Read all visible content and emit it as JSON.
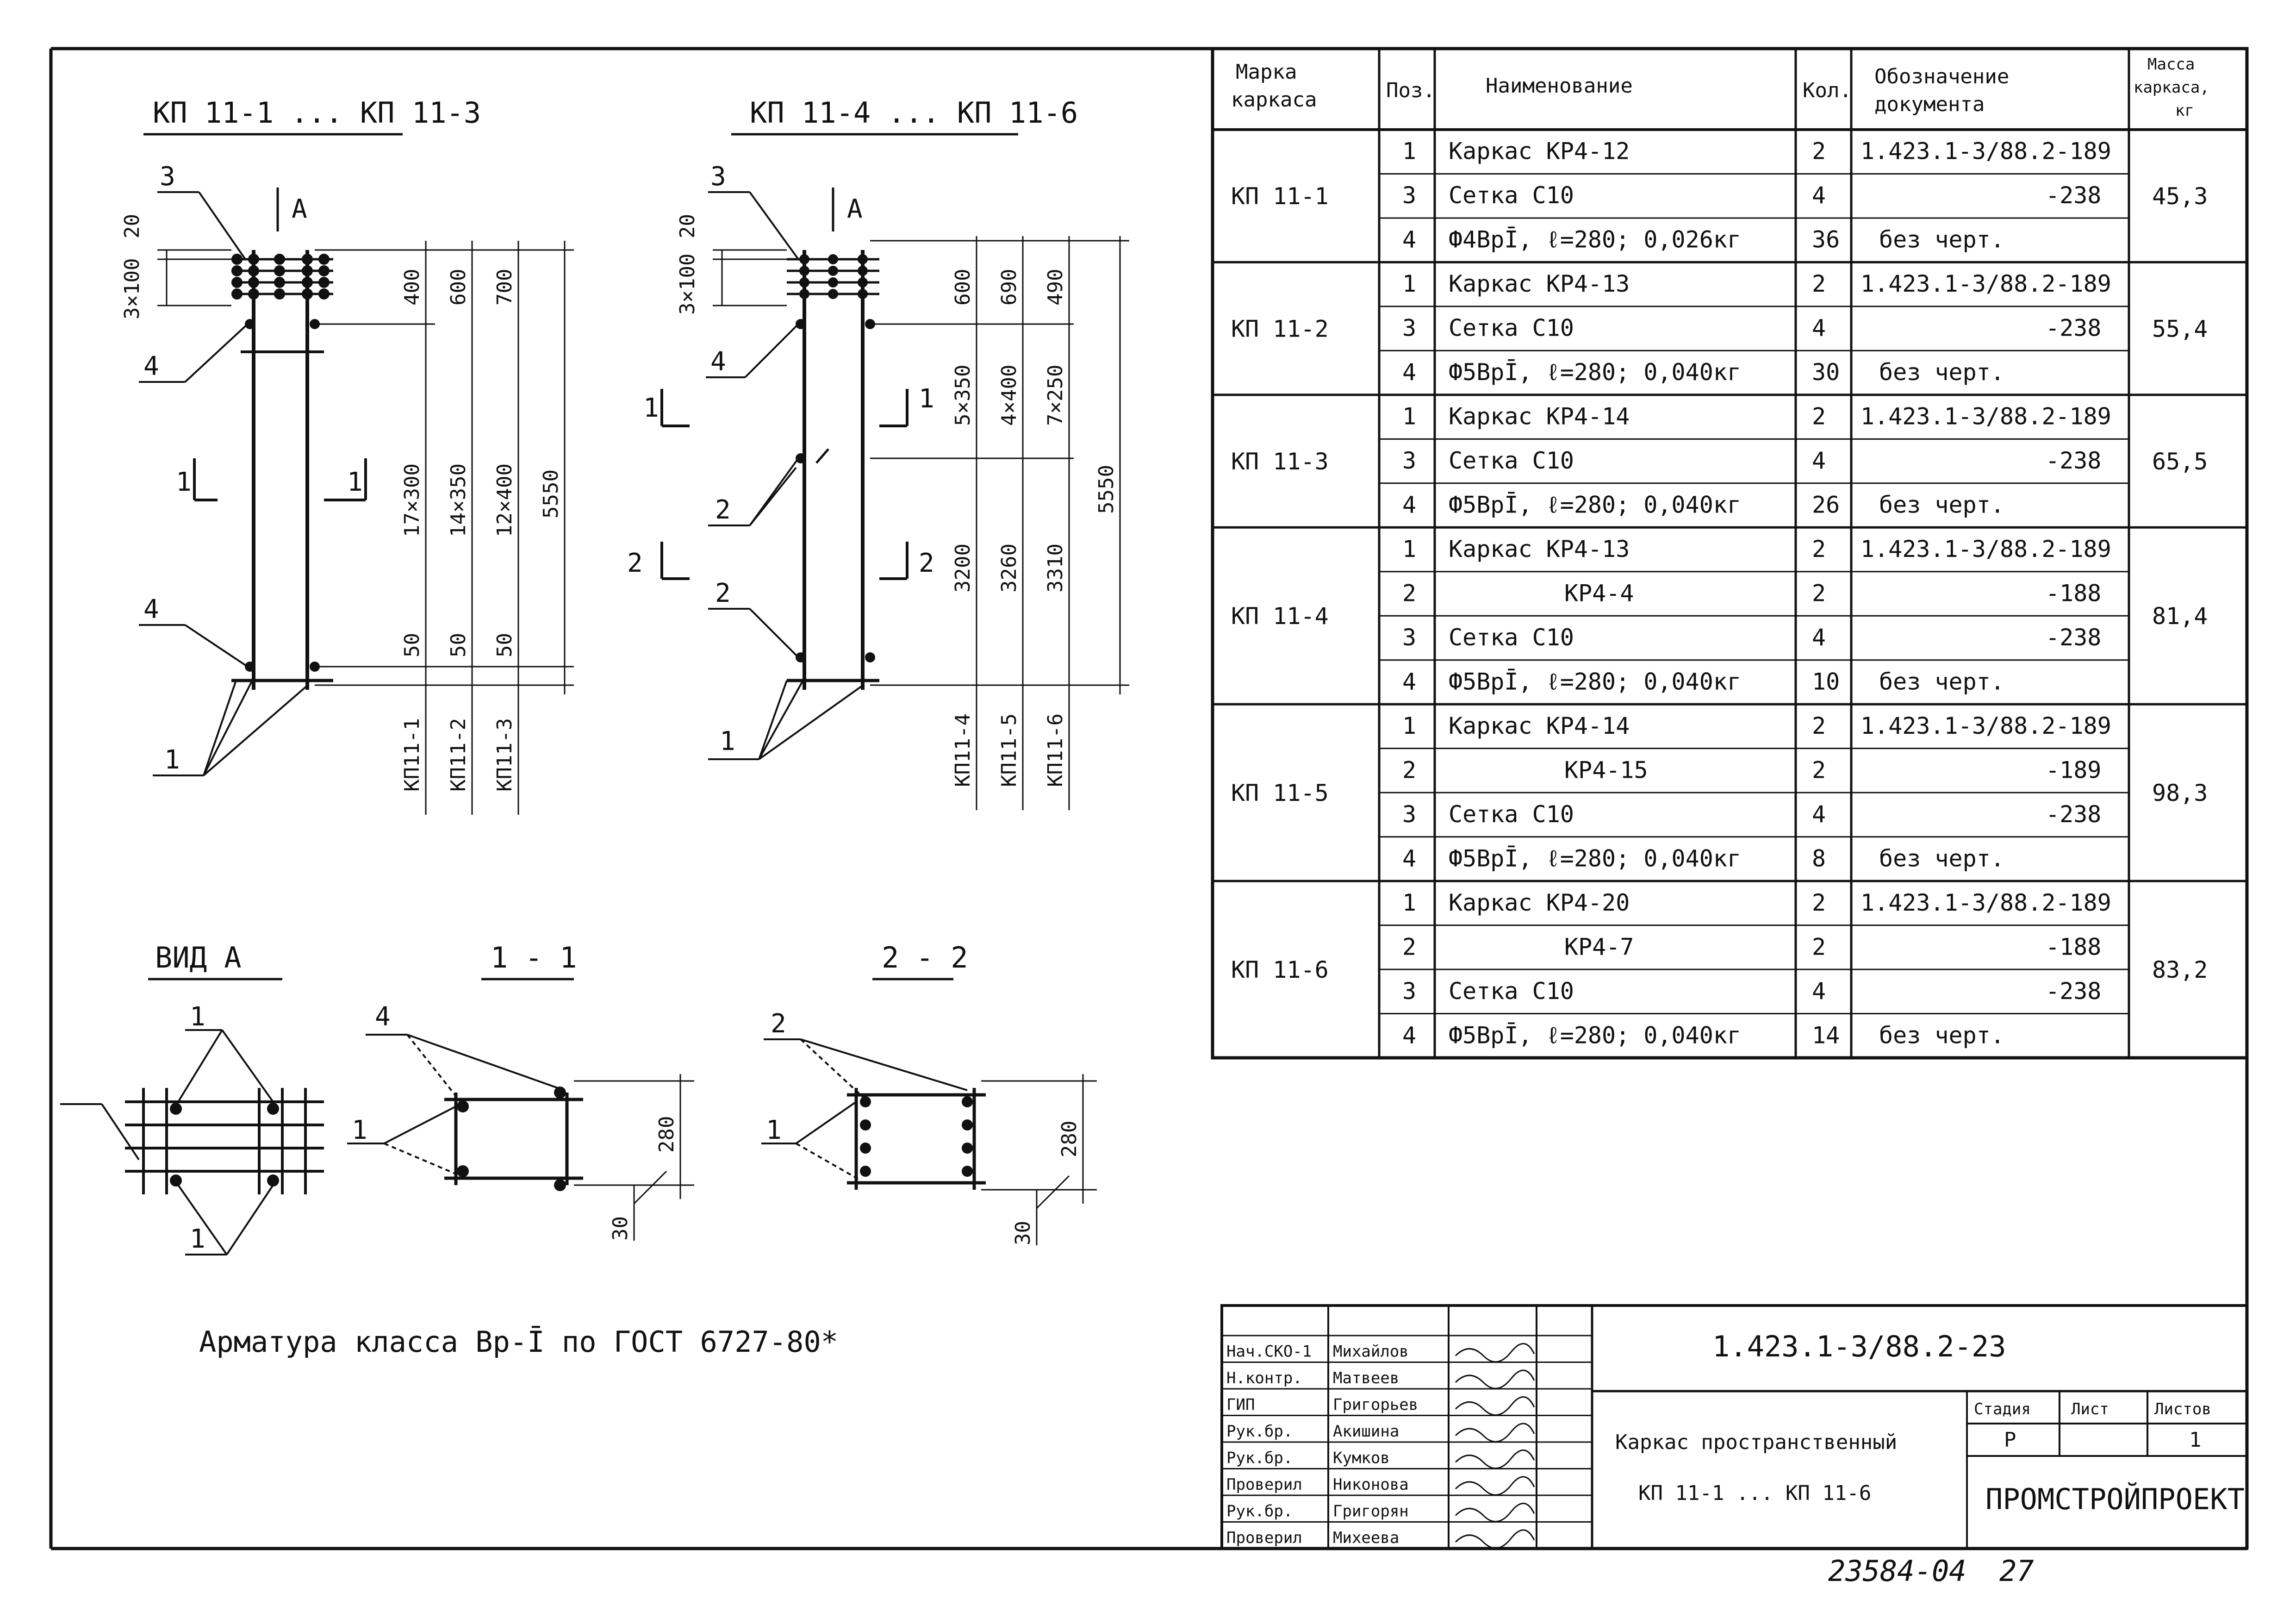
{
  "views": {
    "left_title": "КП 11-1 ... КП 11-3",
    "right_title": "КП 11-4 ... КП 11-6",
    "vid_a": "ВИД А",
    "sec11": "1 - 1",
    "sec22": "2 - 2",
    "mark_A": "А",
    "mark_1": "1",
    "mark_2": "2",
    "mark_3": "3",
    "mark_4": "4",
    "dims_left": {
      "top20": "20",
      "grid": "3×100",
      "d400": "400",
      "d600": "600",
      "d700": "700",
      "s17": "17×300",
      "s14": "14×350",
      "s12": "12×400",
      "total": "5550",
      "b50a": "50",
      "b50b": "50",
      "b50c": "50",
      "k1": "КП11-1",
      "k2": "КП11-2",
      "k3": "КП11-3"
    },
    "dims_right": {
      "top20": "20",
      "grid": "3×100",
      "d600": "600",
      "d690": "690",
      "d490": "490",
      "s5": "5×350",
      "s4": "4×400",
      "s7": "7×250",
      "d3200": "3200",
      "d3260": "3260",
      "d3310": "3310",
      "total": "5550",
      "k4": "КП11-4",
      "k5": "КП11-5",
      "k6": "КП11-6"
    },
    "sec_dims": {
      "h280": "280",
      "h30": "30"
    }
  },
  "note": "Арматура класса Вр-Ī по ГОСТ 6727-80*",
  "spec": {
    "headers": {
      "mark": "Марка каркаса",
      "pos": "Поз.",
      "name": "Наименование",
      "qty": "Кол.",
      "doc": "Обозначение документа",
      "mass": "Масса каркаса, кг"
    },
    "groups": [
      {
        "mark": "КП 11-1",
        "mass": "45,3",
        "rows": [
          {
            "pos": "1",
            "name": "Каркас КР4-12",
            "qty": "2",
            "doc": "1.423.1-3/88.2-189"
          },
          {
            "pos": "3",
            "name": "Сетка С10",
            "qty": "4",
            "doc": "-238"
          },
          {
            "pos": "4",
            "name": "Ф4ВрĪ, ℓ=280; 0,026кг",
            "qty": "36",
            "doc": "без черт."
          }
        ]
      },
      {
        "mark": "КП 11-2",
        "mass": "55,4",
        "rows": [
          {
            "pos": "1",
            "name": "Каркас КР4-13",
            "qty": "2",
            "doc": "1.423.1-3/88.2-189"
          },
          {
            "pos": "3",
            "name": "Сетка С10",
            "qty": "4",
            "doc": "-238"
          },
          {
            "pos": "4",
            "name": "Ф5ВрĪ, ℓ=280; 0,040кг",
            "qty": "30",
            "doc": "без черт."
          }
        ]
      },
      {
        "mark": "КП 11-3",
        "mass": "65,5",
        "rows": [
          {
            "pos": "1",
            "name": "Каркас КР4-14",
            "qty": "2",
            "doc": "1.423.1-3/88.2-189"
          },
          {
            "pos": "3",
            "name": "Сетка С10",
            "qty": "4",
            "doc": "-238"
          },
          {
            "pos": "4",
            "name": "Ф5ВрĪ, ℓ=280; 0,040кг",
            "qty": "26",
            "doc": "без черт."
          }
        ]
      },
      {
        "mark": "КП 11-4",
        "mass": "81,4",
        "rows": [
          {
            "pos": "1",
            "name": "Каркас КР4-13",
            "qty": "2",
            "doc": "1.423.1-3/88.2-189"
          },
          {
            "pos": "2",
            "name": "КР4-4",
            "qty": "2",
            "doc": "-188"
          },
          {
            "pos": "3",
            "name": "Сетка С10",
            "qty": "4",
            "doc": "-238"
          },
          {
            "pos": "4",
            "name": "Ф5ВрĪ, ℓ=280; 0,040кг",
            "qty": "10",
            "doc": "без черт."
          }
        ]
      },
      {
        "mark": "КП 11-5",
        "mass": "98,3",
        "rows": [
          {
            "pos": "1",
            "name": "Каркас КР4-14",
            "qty": "2",
            "doc": "1.423.1-3/88.2-189"
          },
          {
            "pos": "2",
            "name": "КР4-15",
            "qty": "2",
            "doc": "-189"
          },
          {
            "pos": "3",
            "name": "Сетка С10",
            "qty": "4",
            "doc": "-238"
          },
          {
            "pos": "4",
            "name": "Ф5ВрĪ, ℓ=280; 0,040кг",
            "qty": "8",
            "doc": "без черт."
          }
        ]
      },
      {
        "mark": "КП 11-6",
        "mass": "83,2",
        "rows": [
          {
            "pos": "1",
            "name": "Каркас КР4-20",
            "qty": "2",
            "doc": "1.423.1-3/88.2-189"
          },
          {
            "pos": "2",
            "name": "КР4-7",
            "qty": "2",
            "doc": "-188"
          },
          {
            "pos": "3",
            "name": "Сетка С10",
            "qty": "4",
            "doc": "-238"
          },
          {
            "pos": "4",
            "name": "Ф5ВрĪ, ℓ=280; 0,040кг",
            "qty": "14",
            "doc": "без черт."
          }
        ]
      }
    ]
  },
  "stamp": {
    "code": "1.423.1-3/88.2-23",
    "title1": "Каркас пространственный",
    "title2": "КП 11-1 ... КП 11-6",
    "stage_h": "Стадия",
    "sheet_h": "Лист",
    "sheets_h": "Листов",
    "stage": "Р",
    "sheets": "1",
    "org": "ПРОМСТРОЙПРОЕКТ",
    "people": [
      {
        "role": "Нач.СКО-1",
        "name": "Михайлов"
      },
      {
        "role": "Н.контр.",
        "name": "Матвеев"
      },
      {
        "role": "ГИП",
        "name": "Григорьев"
      },
      {
        "role": "Рук.бр.",
        "name": "Акишина"
      },
      {
        "role": "Рук.бр.",
        "name": "Кумков"
      },
      {
        "role": "Проверил",
        "name": "Никонова"
      },
      {
        "role": "Рук.бр.",
        "name": "Григорян"
      },
      {
        "role": "Проверил",
        "name": "Михеева"
      }
    ],
    "bottom": "23584-04",
    "page": "27"
  }
}
